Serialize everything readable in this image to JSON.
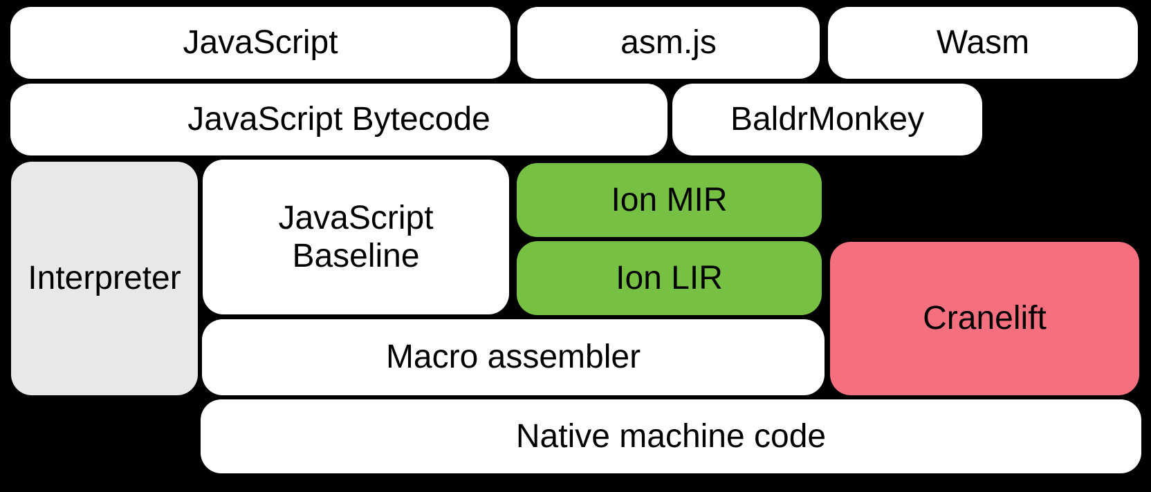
{
  "colors": {
    "background": "#000000",
    "node-white": "#ffffff",
    "node-gray": "#e8e8e8",
    "node-green": "#76c043",
    "node-pink": "#f4707f",
    "node-text": "#000000"
  },
  "nodes": {
    "javascript": {
      "label": "JavaScript"
    },
    "asmjs": {
      "label": "asm.js"
    },
    "wasm": {
      "label": "Wasm"
    },
    "bytecode": {
      "label": "JavaScript Bytecode"
    },
    "baldrmonkey": {
      "label": "BaldrMonkey"
    },
    "interpreter": {
      "label": "Interpreter"
    },
    "baseline": {
      "label": "JavaScript\nBaseline"
    },
    "ion_mir": {
      "label": "Ion MIR"
    },
    "ion_lir": {
      "label": "Ion LIR"
    },
    "cranelift": {
      "label": "Cranelift"
    },
    "macro_assembler": {
      "label": "Macro assembler"
    },
    "native": {
      "label": "Native machine code"
    }
  }
}
